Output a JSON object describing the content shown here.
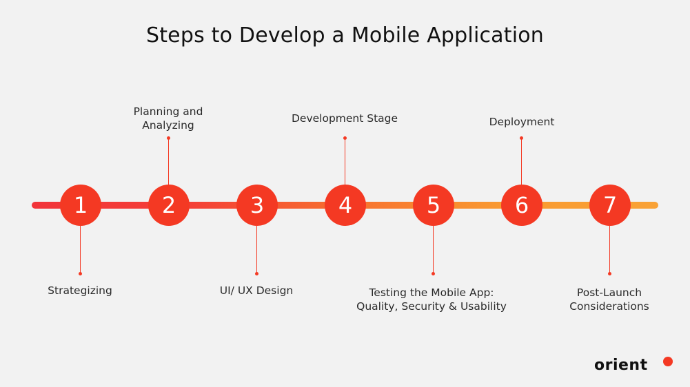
{
  "title": "Steps to Develop a Mobile Application",
  "colors": {
    "node": "#f43923",
    "track_start": "#f2343a",
    "track_end": "#f9a236",
    "background": "#f2f2f2"
  },
  "steps": [
    {
      "number": "1",
      "label": "Strategizing",
      "position": "below"
    },
    {
      "number": "2",
      "label": "Planning and\nAnalyzing",
      "position": "above"
    },
    {
      "number": "3",
      "label": "UI/ UX Design",
      "position": "below"
    },
    {
      "number": "4",
      "label": "Development Stage",
      "position": "above"
    },
    {
      "number": "5",
      "label": "Testing the Mobile App:\nQuality, Security & Usability",
      "position": "below"
    },
    {
      "number": "6",
      "label": "Deployment",
      "position": "above"
    },
    {
      "number": "7",
      "label": "Post-Launch\nConsiderations",
      "position": "below"
    }
  ],
  "logo": {
    "text": "orient"
  }
}
